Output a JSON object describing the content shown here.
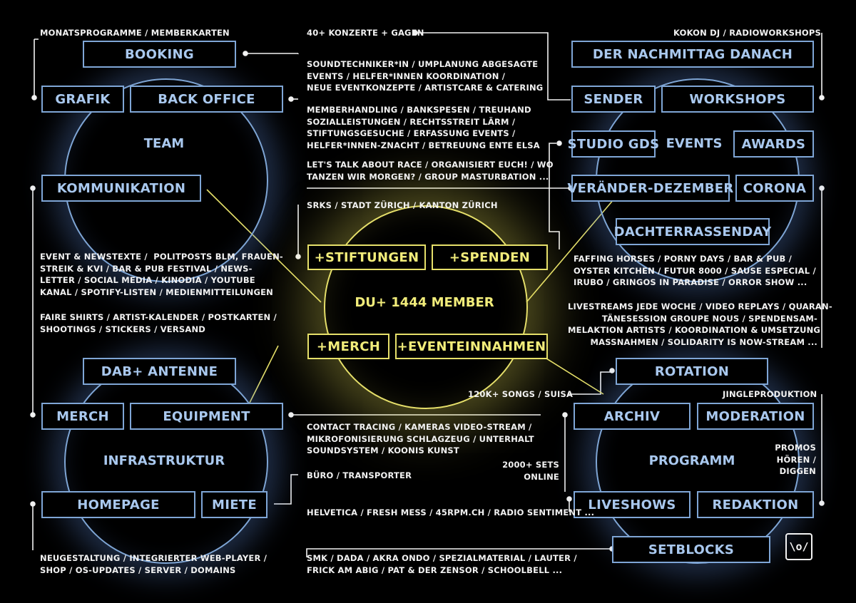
{
  "colors": {
    "background": "#000000",
    "blue": "#7fa6d6",
    "yellow": "#e6e06a",
    "text": "#f2f2f2"
  },
  "center": {
    "title": "DU+ 1444 MEMBER",
    "stiftungen": "+STIFTUNGEN",
    "spenden": "+SPENDEN",
    "merch": "+MERCH",
    "eventeinnahmen": "+EVENTEINNAHMEN"
  },
  "team": {
    "title": "TEAM",
    "booking": "BOOKING",
    "grafik": "GRAFIK",
    "back_office": "BACK OFFICE",
    "kommunikation": "KOMMUNIKATION"
  },
  "events": {
    "title": "EVENTS",
    "der_nachmittag": "DER NACHMITTAG DANACH",
    "sender": "SENDER",
    "workshops": "WORKSHOPS",
    "studio_gds": "STUDIO GDS",
    "awards": "AWARDS",
    "veraender": "VERÄNDER-DEZEMBER",
    "corona": "CORONA",
    "dachterrassenday": "DACHTERRASSENDAY"
  },
  "infrastruktur": {
    "title": "INFRASTRUKTUR",
    "dab": "DAB+ ANTENNE",
    "merch": "MERCH",
    "equipment": "EQUIPMENT",
    "homepage": "HOMEPAGE",
    "miete": "MIETE"
  },
  "programm": {
    "title": "PROGRAMM",
    "rotation": "ROTATION",
    "archiv": "ARCHIV",
    "moderation": "MODERATION",
    "liveshows": "LIVESHOWS",
    "redaktion": "REDAKTION",
    "setblocks": "SETBLOCKS"
  },
  "notes": {
    "monatsprogramme": "MONATSPROGRAMME / MEMBERKARTEN",
    "konzerte": "40+ KONZERTE + GAGEN",
    "kokon": "KOKON DJ / RADIOWORKSHOPS",
    "soundtechniker": "SOUNDTECHNIKER*IN / UMPLANUNG ABGESAGTE\nEVENTS / HELFER*INNEN KOORDINATION /\nNEUE EVENTKONZEPTE / ARTISTCARE & CATERING",
    "memberhandling": "MEMBERHANDLING / BANKSPESEN / TREUHAND\nSOZIALLEISTUNGEN / RECHTSSTREIT LÄRM /\nSTIFTUNGSGESUCHE / ERFASSUNG EVENTS /\nHELFER*INNEN-ZNACHT / BETREUUNG ENTE ELSA",
    "race": "LET'S TALK ABOUT RACE / ORGANISIERT EUCH! / WO\nTANZEN WIR MORGEN? / GROUP MASTURBATION ...",
    "srks": "SRKS / STADT ZÜRICH / KANTON ZÜRICH",
    "eventtexte": "EVENT & NEWSTEXTE /  POLITPOSTS BLM, FRAUEN-\nSTREIK & KVI / BAR & PUB FESTIVAL / NEWS-\nLETTER / SOCIAL MEDIA / KINODIA / YOUTUBE\nKANAL / SPOTIFY-LISTEN / MEDIENMITTEILUNGEN",
    "faire_shirts": "FAIRE SHIRTS / ARTIST-KALENDER / POSTKARTEN /\nSHOOTINGS / STICKERS / VERSAND",
    "faffing": "FAFFING HORSES / PORNY DAYS / BAR & PUB /\nOYSTER KITCHEN / FUTUR 8000 / SAUSE ESPECIAL /\nIRUBO / GRINGOS IN PARADISE / ORROR SHOW ...",
    "livestreams": "LIVESTREAMS JEDE WOCHE / VIDEO REPLAYS / QUARAN-\nTÄNESESSION GROUPE NOUS / SPENDENSAM-\nMELAKTION ARTISTS / KOORDINATION & UMSETZUNG\nMASSNAHMEN / SOLIDARITY IS NOW-STREAM ...",
    "songs": "120K+ SONGS / SUISA",
    "jingle": "JINGLEPRODUKTION",
    "contact": "CONTACT TRACING / KAMERAS VIDEO-STREAM /\nMIKROFONISIERUNG SCHLAGZEUG / UNTERHALT\nSOUNDSYSTEM / KOONIS KUNST",
    "sets": "2000+ SETS\nONLINE",
    "promos": "PROMOS\nHÖREN /\nDIGGEN",
    "buero": "BÜRO / TRANSPORTER",
    "helvetica": "HELVETICA / FRESH MESS / 45RPM.CH / RADIO SENTIMENT ...",
    "neugestaltung": "NEUGESTALTUNG / INTEGRIERTER WEB-PLAYER /\nSHOP / OS-UPDATES / SERVER / DOMAINS",
    "smk": "SMK / DADA / AKRA ONDO / SPEZIALMATERIAL / LAUTER /\nFRICK AM ABIG / PAT & DER ZENSOR / SCHOOLBELL ..."
  },
  "logo": "\\o/"
}
